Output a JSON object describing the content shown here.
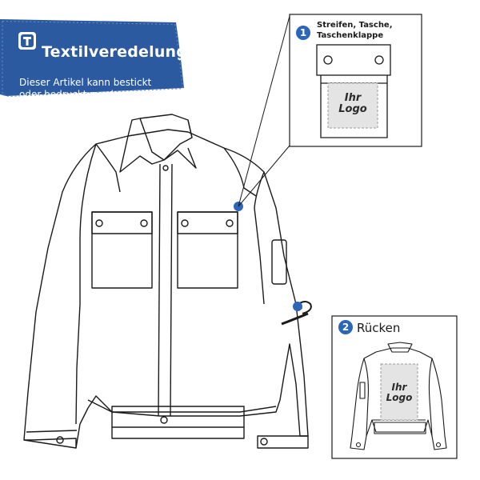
{
  "banner": {
    "title": "Textilveredelung",
    "subtitle_line1": "Dieser Artikel kann bestickt",
    "subtitle_line2": "oder bedruckt werden.",
    "icon": "shirt-t-logo-icon",
    "color": "#2c5aa0"
  },
  "callout_front": {
    "number": "1",
    "title_line1": "Streifen, Tasche,",
    "title_line2": "Taschenklappe",
    "logo_line1": "Ihr",
    "logo_line2": "Logo"
  },
  "callout_back": {
    "number": "2",
    "title": "Rücken",
    "logo_line1": "Ihr",
    "logo_line2": "Logo"
  },
  "colors": {
    "accent": "#2c66b8",
    "outline": "#1a1a1a",
    "logo_bg": "#e4e4e4"
  }
}
